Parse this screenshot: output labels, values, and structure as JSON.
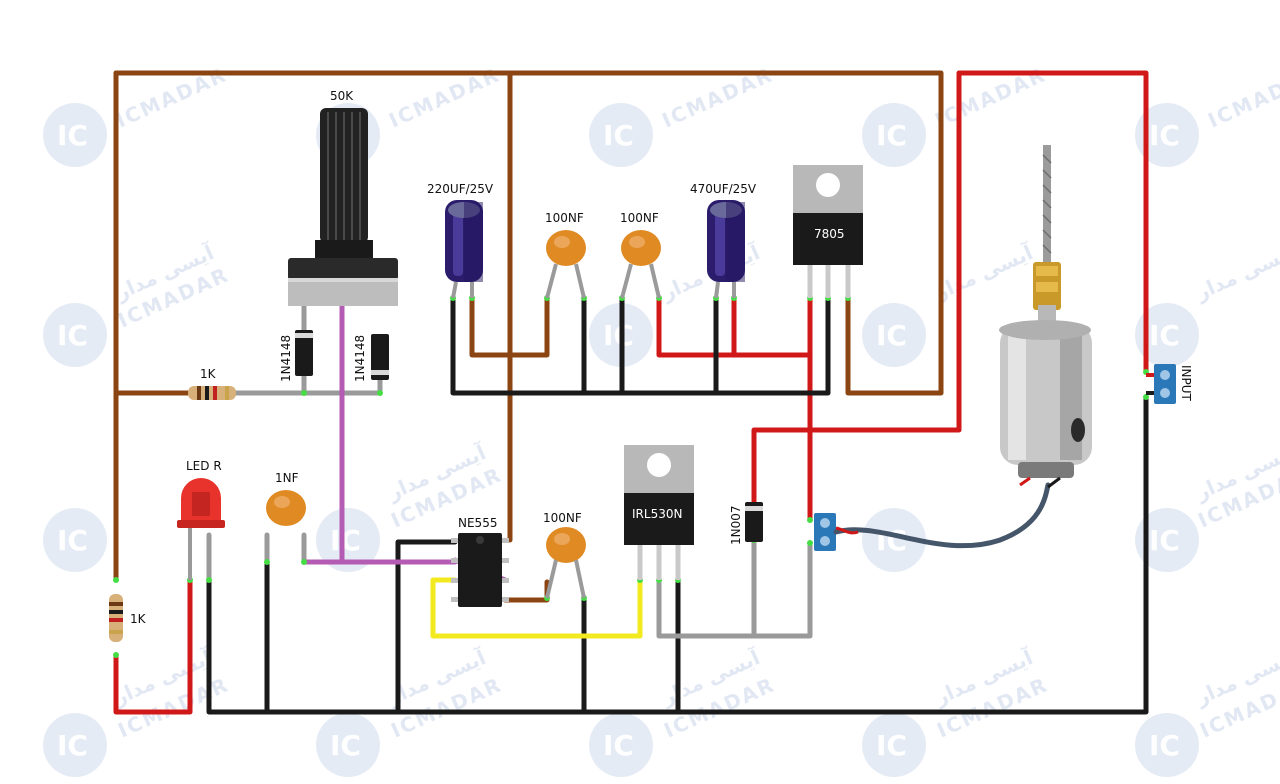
{
  "watermark": {
    "badge_text": "IC",
    "brand_text": "ICMADAR",
    "brand_text_fa": "آیسی مدار"
  },
  "components": {
    "potentiometer": "50K",
    "diode_left": "1N4148",
    "diode_right": "1N4148",
    "resistor_top": "1K",
    "resistor_bottom": "1K",
    "led": "LED R",
    "cap_1nf": "1NF",
    "ic": "NE555",
    "cap_555": "100NF",
    "electrolytic_1": "220UF/25V",
    "ceramic_1": "100NF",
    "ceramic_2": "100NF",
    "electrolytic_2": "470UF/25V",
    "regulator": "7805",
    "mosfet": "IRL530N",
    "flyback_diode": "1N007",
    "input_label": "INPUT"
  },
  "colors": {
    "wire_brown": "#8b4513",
    "wire_red": "#d01818",
    "wire_black": "#1a1a1a",
    "wire_gray": "#9a9a9a",
    "wire_purple": "#b45cb4",
    "wire_yellow": "#f2ea1e",
    "wire_blue_gray": "#45566a",
    "terminal_blue": "#2b78b8",
    "watermark_blue": "#e2e9f4"
  }
}
